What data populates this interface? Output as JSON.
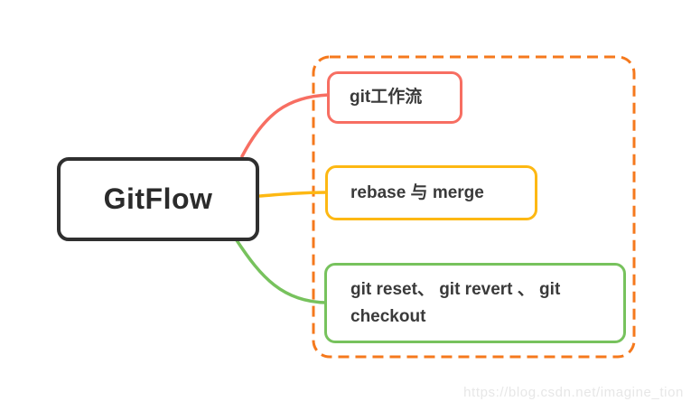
{
  "root": {
    "label": "GitFlow",
    "border_color": "#2f2f2f"
  },
  "branches": [
    {
      "label": "git工作流",
      "color": "#f76e62"
    },
    {
      "label": "rebase 与 merge",
      "color": "#fdb813"
    },
    {
      "label": "git reset、 git revert 、 git checkout",
      "color": "#77c25d"
    }
  ],
  "group": {
    "border_color": "#f5791d"
  },
  "watermark": {
    "text": "https://blog.csdn.net/imagine_tion"
  }
}
